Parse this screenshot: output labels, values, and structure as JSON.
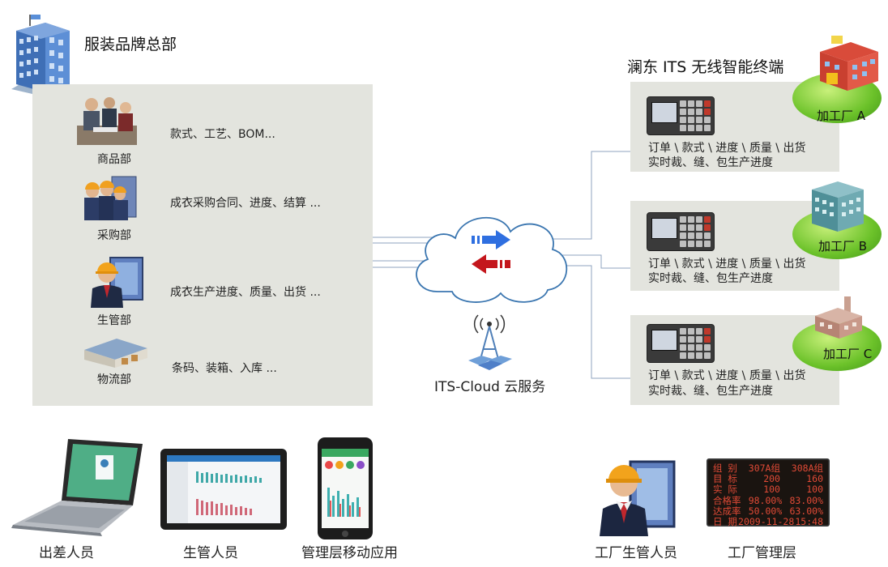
{
  "hq": {
    "title": "服装品牌总部"
  },
  "departments": [
    {
      "name": "商品部",
      "info": "款式、工艺、BOM..."
    },
    {
      "name": "采购部",
      "info": "成衣采购合同、进度、结算 ..."
    },
    {
      "name": "生管部",
      "info": "成衣生产进度、质量、出货 ..."
    },
    {
      "name": "物流部",
      "info": "条码、装箱、入库 ..."
    }
  ],
  "cloud": {
    "label": "ITS-Cloud 云服务"
  },
  "terminals": {
    "title": "澜东 ITS 无线智能终端",
    "line1": "订单 \\ 款式 \\ 进度 \\ 质量 \\ 出货",
    "line2": "实时裁、缝、包生产进度"
  },
  "factories": [
    "加工厂 A",
    "加工厂 B",
    "加工厂 C"
  ],
  "bottom": {
    "laptop": "出差人员",
    "tablet": "生管人员",
    "phone": "管理层移动应用",
    "worker": "工厂生管人员",
    "board": "工厂管理层"
  },
  "led_board": {
    "rows": [
      [
        "组  别",
        "307A组",
        "308A组"
      ],
      [
        "目  标",
        "200",
        "160"
      ],
      [
        "实  际",
        "100",
        "100"
      ],
      [
        "合格率",
        "98.00%",
        "83.00%"
      ],
      [
        "达成率",
        "50.00%",
        "63.00%"
      ],
      [
        "日  期",
        "2009-11-28",
        "15:48"
      ]
    ]
  },
  "colors": {
    "panel": "#e3e4de",
    "arrow_out": "#2f6fe0",
    "arrow_in": "#c4161c",
    "hill": "#6cc22a"
  }
}
